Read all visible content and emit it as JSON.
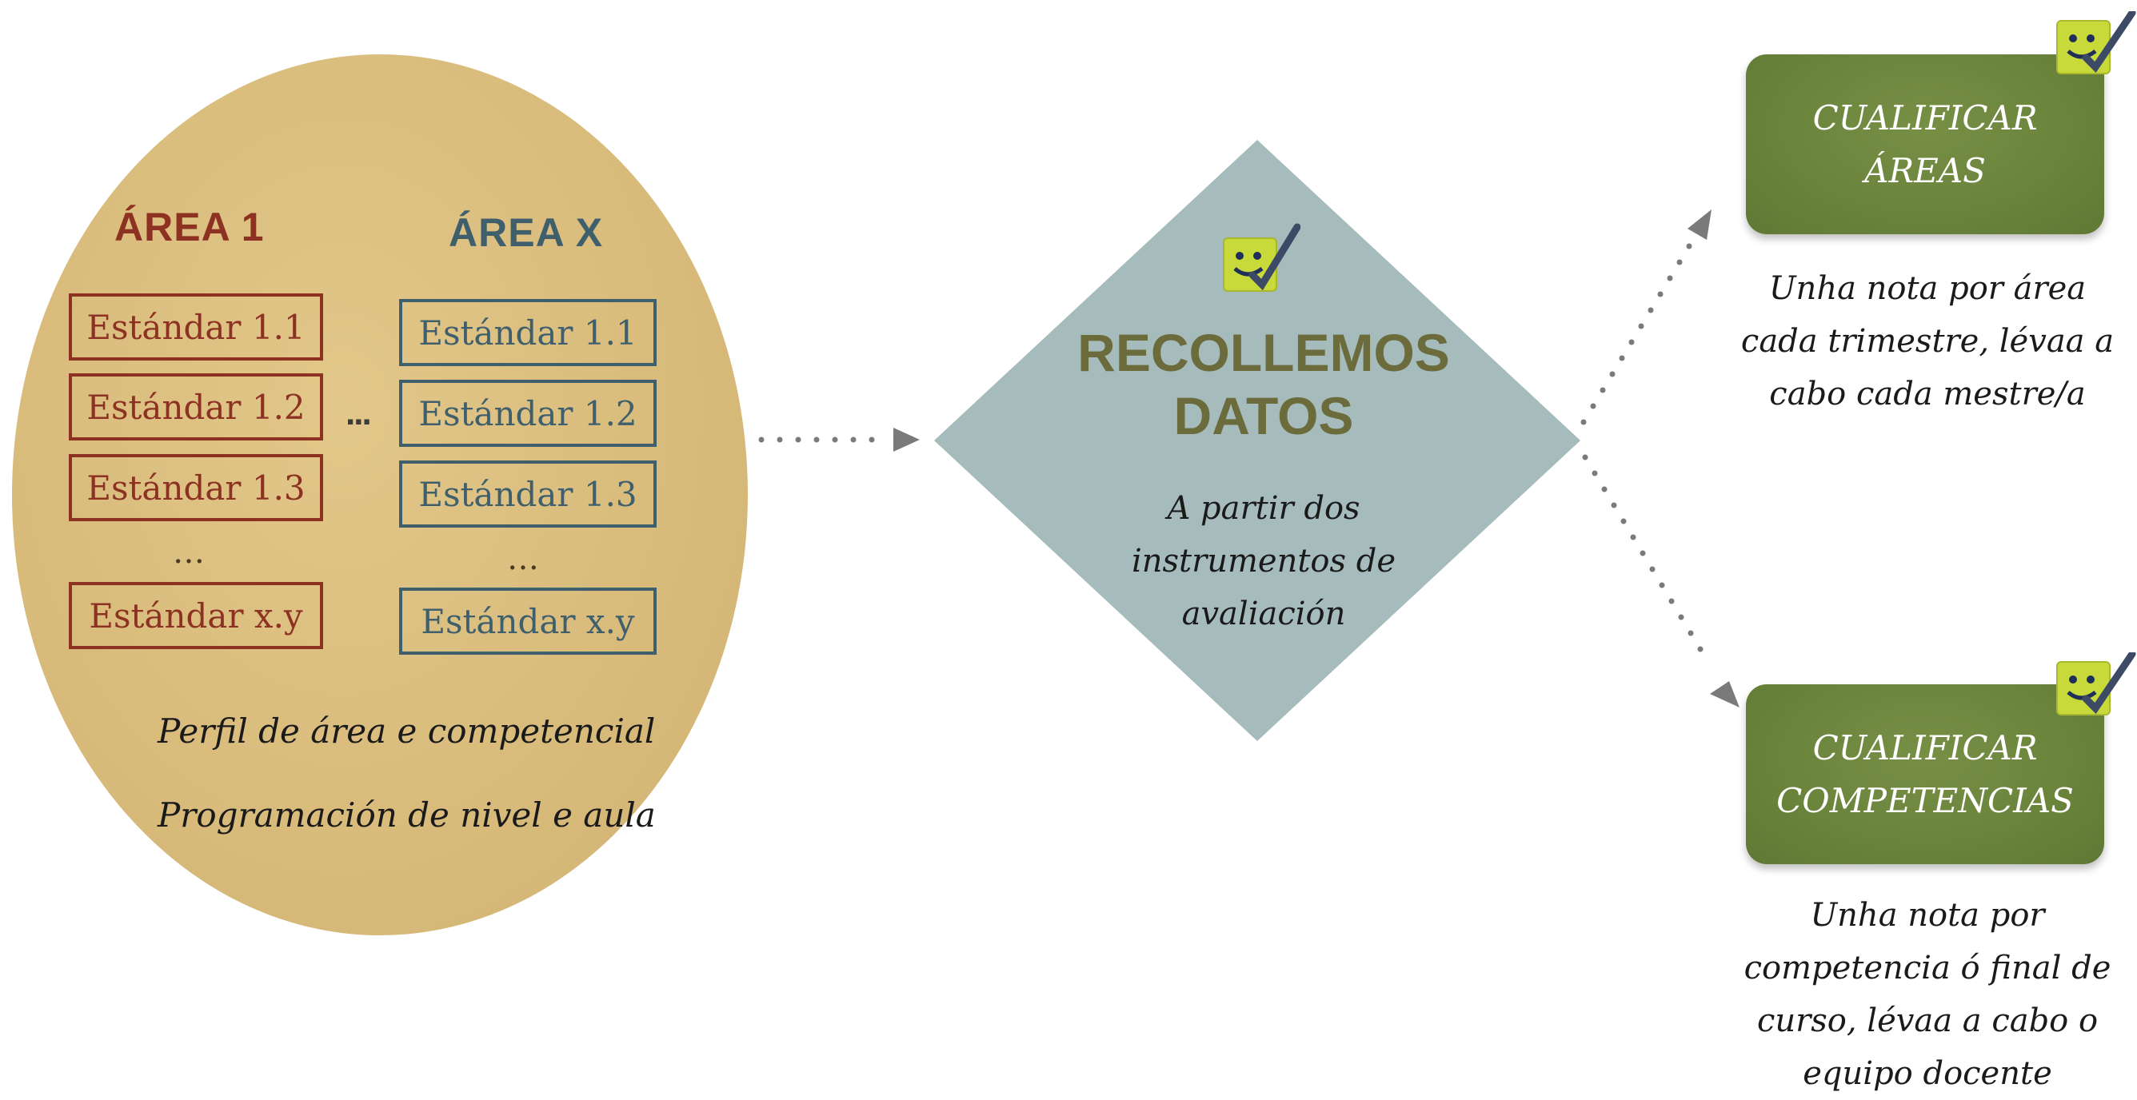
{
  "left_group": {
    "area1_title": "ÁREA 1",
    "areax_title": "ÁREA X",
    "area1_standards": [
      "Estándar 1.1",
      "Estándar 1.2",
      "Estándar 1.3"
    ],
    "area1_ellipsis": "…",
    "area1_last": "Estándar x.y",
    "areax_standards": [
      "Estándar 1.1",
      "Estándar 1.2",
      "Estándar 1.3"
    ],
    "areax_ellipsis": "…",
    "areax_last": "Estándar x.y",
    "between_ellipsis": "...",
    "note1": "Perfil de área e competencial",
    "note2": "Programación de nivel e aula"
  },
  "center": {
    "title_line1": "RECOLLEMOS",
    "title_line2": "DATOS",
    "subtitle_line1": "A partir dos",
    "subtitle_line2": "instrumentos de",
    "subtitle_line3": "avaliación"
  },
  "right": {
    "box1_line1": "CUALIFICAR",
    "box1_line2": "ÁREAS",
    "box1_note": [
      "Unha nota por área",
      "cada trimestre, lévaa a",
      "cabo cada mestre/a"
    ],
    "box2_line1": "CUALIFICAR",
    "box2_line2": "COMPETENCIAS",
    "box2_note": [
      "Unha nota por",
      "competencia ó final de",
      "curso, lévaa a cabo o",
      "equipo docente"
    ]
  },
  "icons": [
    "smiley-check-icon"
  ],
  "colors": {
    "area1": "#8d3222",
    "areax": "#3f5f6d",
    "ellipse": "#d9bc7c",
    "diamond": "#a5bbbc",
    "green_box": "#6a833b",
    "center_title": "#6b6b3c"
  }
}
